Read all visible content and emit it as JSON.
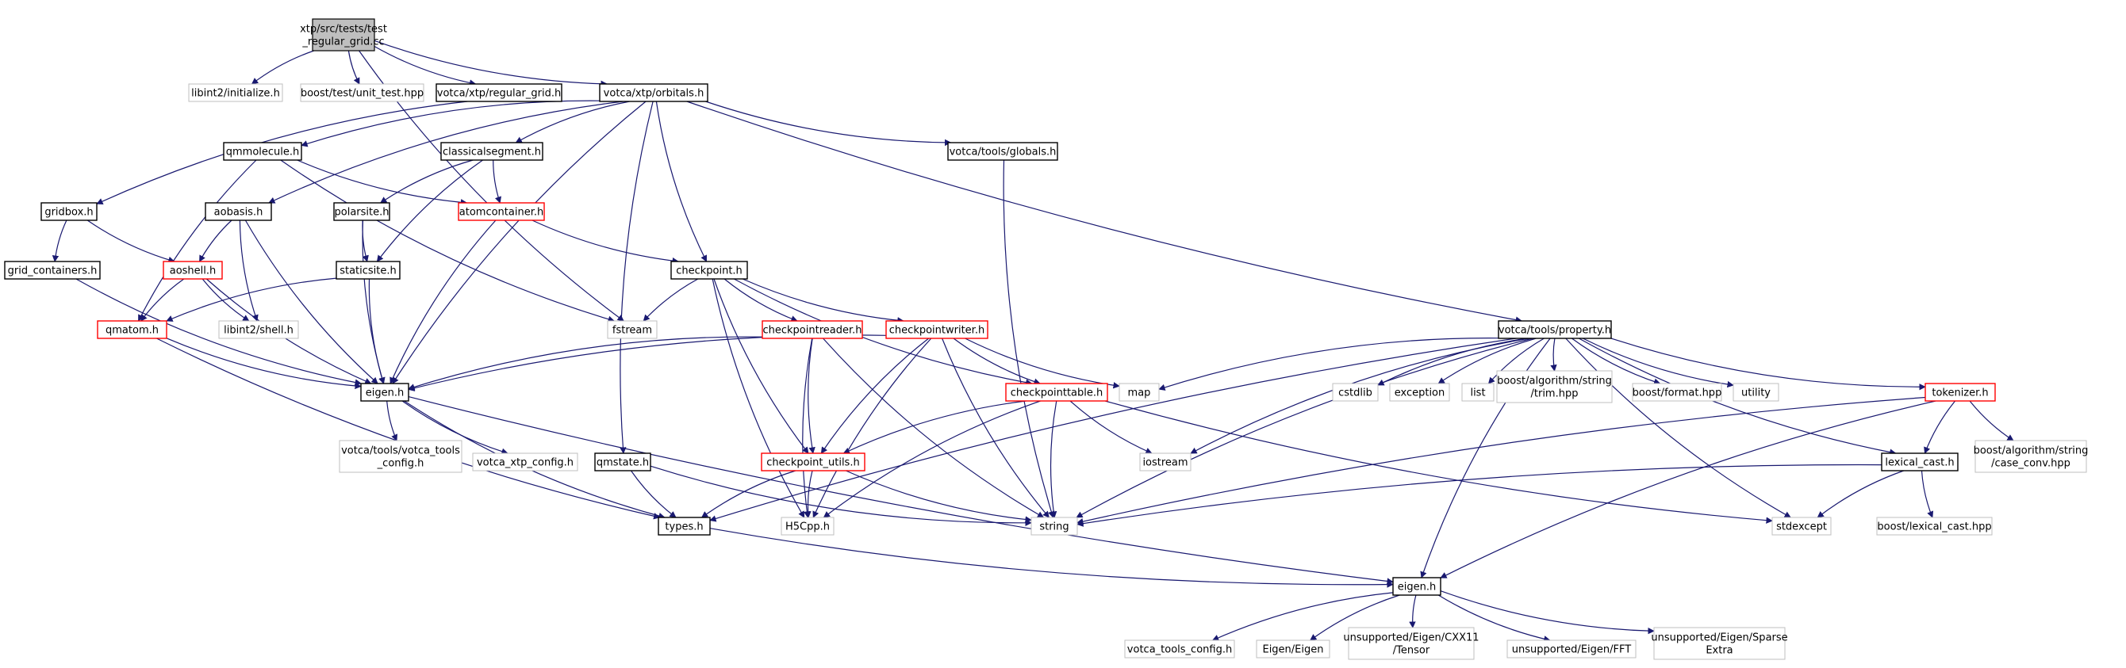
{
  "colors": {
    "edge": "#191970",
    "box_local": "#000000",
    "box_external": "#bfbfbf",
    "box_incomplete": "#ff0000",
    "root_fill": "#bfbfbf",
    "background": "#ffffff"
  },
  "nodes": [
    {
      "id": "root",
      "lines": [
        "xtp/src/tests/test",
        "_regular_grid.cc"
      ],
      "kind": "root"
    },
    {
      "id": "libint_init",
      "lines": [
        "libint2/initialize.h"
      ],
      "kind": "external"
    },
    {
      "id": "boost_unit",
      "lines": [
        "boost/test/unit_test.hpp"
      ],
      "kind": "external"
    },
    {
      "id": "regular_grid",
      "lines": [
        "votca/xtp/regular_grid.h"
      ],
      "kind": "local"
    },
    {
      "id": "orbitals",
      "lines": [
        "votca/xtp/orbitals.h"
      ],
      "kind": "local"
    },
    {
      "id": "qmmolecule",
      "lines": [
        "qmmolecule.h"
      ],
      "kind": "local"
    },
    {
      "id": "classicalsegment",
      "lines": [
        "classicalsegment.h"
      ],
      "kind": "local"
    },
    {
      "id": "globals",
      "lines": [
        "votca/tools/globals.h"
      ],
      "kind": "local"
    },
    {
      "id": "gridbox",
      "lines": [
        "gridbox.h"
      ],
      "kind": "local"
    },
    {
      "id": "aobasis",
      "lines": [
        "aobasis.h"
      ],
      "kind": "local"
    },
    {
      "id": "polarsite",
      "lines": [
        "polarsite.h"
      ],
      "kind": "local"
    },
    {
      "id": "atomcontainer",
      "lines": [
        "atomcontainer.h"
      ],
      "kind": "incomplete"
    },
    {
      "id": "grid_containers",
      "lines": [
        "grid_containers.h"
      ],
      "kind": "local"
    },
    {
      "id": "aoshell",
      "lines": [
        "aoshell.h"
      ],
      "kind": "incomplete"
    },
    {
      "id": "staticsite",
      "lines": [
        "staticsite.h"
      ],
      "kind": "local"
    },
    {
      "id": "checkpoint",
      "lines": [
        "checkpoint.h"
      ],
      "kind": "local"
    },
    {
      "id": "qmatom",
      "lines": [
        "qmatom.h"
      ],
      "kind": "incomplete"
    },
    {
      "id": "libint_shell",
      "lines": [
        "libint2/shell.h"
      ],
      "kind": "external"
    },
    {
      "id": "fstream",
      "lines": [
        "fstream"
      ],
      "kind": "external"
    },
    {
      "id": "checkpointreader",
      "lines": [
        "checkpointreader.h"
      ],
      "kind": "incomplete"
    },
    {
      "id": "checkpointwriter",
      "lines": [
        "checkpointwriter.h"
      ],
      "kind": "incomplete"
    },
    {
      "id": "property",
      "lines": [
        "votca/tools/property.h"
      ],
      "kind": "local"
    },
    {
      "id": "eigen_xtp",
      "lines": [
        "eigen.h"
      ],
      "kind": "local"
    },
    {
      "id": "checkpointtable",
      "lines": [
        "checkpointtable.h"
      ],
      "kind": "incomplete"
    },
    {
      "id": "map",
      "lines": [
        "map"
      ],
      "kind": "external"
    },
    {
      "id": "cstdlib",
      "lines": [
        "cstdlib"
      ],
      "kind": "external"
    },
    {
      "id": "exception",
      "lines": [
        "exception"
      ],
      "kind": "external"
    },
    {
      "id": "list",
      "lines": [
        "list"
      ],
      "kind": "external"
    },
    {
      "id": "boost_trim",
      "lines": [
        "boost/algorithm/string",
        "/trim.hpp"
      ],
      "kind": "external"
    },
    {
      "id": "boost_format",
      "lines": [
        "boost/format.hpp"
      ],
      "kind": "external"
    },
    {
      "id": "utility",
      "lines": [
        "utility"
      ],
      "kind": "external"
    },
    {
      "id": "tokenizer",
      "lines": [
        "tokenizer.h"
      ],
      "kind": "incomplete"
    },
    {
      "id": "votca_tools_config",
      "lines": [
        "votca/tools/votca_tools",
        "_config.h"
      ],
      "kind": "external"
    },
    {
      "id": "votca_xtp_config",
      "lines": [
        "votca_xtp_config.h"
      ],
      "kind": "external"
    },
    {
      "id": "qmstate",
      "lines": [
        "qmstate.h"
      ],
      "kind": "local"
    },
    {
      "id": "checkpoint_utils",
      "lines": [
        "checkpoint_utils.h"
      ],
      "kind": "incomplete"
    },
    {
      "id": "iostream",
      "lines": [
        "iostream"
      ],
      "kind": "external"
    },
    {
      "id": "lexical_cast_h",
      "lines": [
        "lexical_cast.h"
      ],
      "kind": "local"
    },
    {
      "id": "boost_case_conv",
      "lines": [
        "boost/algorithm/string",
        "/case_conv.hpp"
      ],
      "kind": "external"
    },
    {
      "id": "types",
      "lines": [
        "types.h"
      ],
      "kind": "local"
    },
    {
      "id": "h5cpp",
      "lines": [
        "H5Cpp.h"
      ],
      "kind": "external"
    },
    {
      "id": "string",
      "lines": [
        "string"
      ],
      "kind": "external"
    },
    {
      "id": "stdexcept",
      "lines": [
        "stdexcept"
      ],
      "kind": "external"
    },
    {
      "id": "boost_lexical_cast",
      "lines": [
        "boost/lexical_cast.hpp"
      ],
      "kind": "external"
    },
    {
      "id": "eigen_tools",
      "lines": [
        "eigen.h"
      ],
      "kind": "local"
    },
    {
      "id": "vt_config2",
      "lines": [
        "votca_tools_config.h"
      ],
      "kind": "external"
    },
    {
      "id": "eigen_eigen",
      "lines": [
        "Eigen/Eigen"
      ],
      "kind": "external"
    },
    {
      "id": "tensor",
      "lines": [
        "unsupported/Eigen/CXX11",
        "/Tensor"
      ],
      "kind": "external"
    },
    {
      "id": "fft",
      "lines": [
        "unsupported/Eigen/FFT"
      ],
      "kind": "external"
    },
    {
      "id": "sparse_extra",
      "lines": [
        "unsupported/Eigen/Sparse",
        "Extra"
      ],
      "kind": "external"
    }
  ],
  "edges": [
    [
      "root",
      "libint_init"
    ],
    [
      "root",
      "boost_unit"
    ],
    [
      "root",
      "regular_grid"
    ],
    [
      "root",
      "orbitals"
    ],
    [
      "root",
      "fstream"
    ],
    [
      "regular_grid",
      "gridbox"
    ],
    [
      "orbitals",
      "qmmolecule"
    ],
    [
      "orbitals",
      "classicalsegment"
    ],
    [
      "orbitals",
      "globals"
    ],
    [
      "orbitals",
      "aobasis"
    ],
    [
      "orbitals",
      "eigen_xtp"
    ],
    [
      "orbitals",
      "checkpoint"
    ],
    [
      "orbitals",
      "qmstate"
    ],
    [
      "orbitals",
      "property"
    ],
    [
      "qmmolecule",
      "atomcontainer"
    ],
    [
      "qmmolecule",
      "qmatom"
    ],
    [
      "qmmolecule",
      "fstream"
    ],
    [
      "classicalsegment",
      "atomcontainer"
    ],
    [
      "classicalsegment",
      "polarsite"
    ],
    [
      "classicalsegment",
      "staticsite"
    ],
    [
      "globals",
      "string"
    ],
    [
      "gridbox",
      "grid_containers"
    ],
    [
      "gridbox",
      "aoshell"
    ],
    [
      "aobasis",
      "aoshell"
    ],
    [
      "aobasis",
      "libint_shell"
    ],
    [
      "aobasis",
      "eigen_xtp"
    ],
    [
      "polarsite",
      "staticsite"
    ],
    [
      "polarsite",
      "eigen_xtp"
    ],
    [
      "atomcontainer",
      "eigen_xtp"
    ],
    [
      "atomcontainer",
      "checkpoint"
    ],
    [
      "grid_containers",
      "eigen_xtp"
    ],
    [
      "aoshell",
      "qmatom"
    ],
    [
      "aoshell",
      "libint_shell"
    ],
    [
      "aoshell",
      "eigen_xtp"
    ],
    [
      "staticsite",
      "qmatom"
    ],
    [
      "staticsite",
      "eigen_xtp"
    ],
    [
      "checkpoint",
      "fstream"
    ],
    [
      "checkpoint",
      "checkpointreader"
    ],
    [
      "checkpoint",
      "checkpointwriter"
    ],
    [
      "checkpoint",
      "checkpoint_utils"
    ],
    [
      "checkpoint",
      "h5cpp"
    ],
    [
      "checkpoint",
      "checkpointtable"
    ],
    [
      "qmatom",
      "eigen_xtp"
    ],
    [
      "qmatom",
      "types"
    ],
    [
      "checkpointreader",
      "eigen_xtp"
    ],
    [
      "checkpointreader",
      "checkpoint_utils"
    ],
    [
      "checkpointreader",
      "h5cpp"
    ],
    [
      "checkpointreader",
      "string"
    ],
    [
      "checkpointwriter",
      "eigen_xtp"
    ],
    [
      "checkpointwriter",
      "map"
    ],
    [
      "checkpointwriter",
      "checkpoint_utils"
    ],
    [
      "checkpointwriter",
      "checkpointtable"
    ],
    [
      "checkpointwriter",
      "h5cpp"
    ],
    [
      "checkpointwriter",
      "string"
    ],
    [
      "property",
      "map"
    ],
    [
      "property",
      "cstdlib"
    ],
    [
      "property",
      "exception"
    ],
    [
      "property",
      "list"
    ],
    [
      "property",
      "boost_trim"
    ],
    [
      "property",
      "boost_format"
    ],
    [
      "property",
      "utility"
    ],
    [
      "property",
      "tokenizer"
    ],
    [
      "property",
      "iostream"
    ],
    [
      "property",
      "lexical_cast_h"
    ],
    [
      "property",
      "stdexcept"
    ],
    [
      "property",
      "string"
    ],
    [
      "property",
      "types"
    ],
    [
      "property",
      "eigen_tools"
    ],
    [
      "eigen_xtp",
      "votca_tools_config"
    ],
    [
      "eigen_xtp",
      "votca_xtp_config"
    ],
    [
      "eigen_xtp",
      "types"
    ],
    [
      "eigen_xtp",
      "eigen_tools"
    ],
    [
      "checkpointtable",
      "checkpoint_utils"
    ],
    [
      "checkpointtable",
      "iostream"
    ],
    [
      "checkpointtable",
      "h5cpp"
    ],
    [
      "checkpointtable",
      "string"
    ],
    [
      "checkpointtable",
      "stdexcept"
    ],
    [
      "tokenizer",
      "lexical_cast_h"
    ],
    [
      "tokenizer",
      "boost_case_conv"
    ],
    [
      "tokenizer",
      "string"
    ],
    [
      "tokenizer",
      "eigen_tools"
    ],
    [
      "qmstate",
      "types"
    ],
    [
      "qmstate",
      "string"
    ],
    [
      "checkpoint_utils",
      "types"
    ],
    [
      "checkpoint_utils",
      "h5cpp"
    ],
    [
      "checkpoint_utils",
      "string"
    ],
    [
      "lexical_cast_h",
      "string"
    ],
    [
      "lexical_cast_h",
      "stdexcept"
    ],
    [
      "lexical_cast_h",
      "boost_lexical_cast"
    ],
    [
      "types",
      "eigen_tools"
    ],
    [
      "eigen_tools",
      "vt_config2"
    ],
    [
      "eigen_tools",
      "eigen_eigen"
    ],
    [
      "eigen_tools",
      "tensor"
    ],
    [
      "eigen_tools",
      "fft"
    ],
    [
      "eigen_tools",
      "sparse_extra"
    ]
  ]
}
